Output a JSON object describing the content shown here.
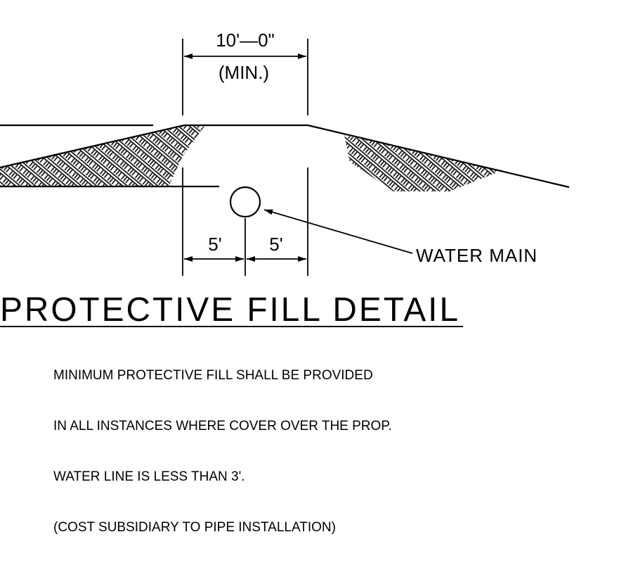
{
  "dimensions": {
    "width_label": "10'—0\"",
    "width_qualifier": "(MIN.)",
    "left_offset": "5'",
    "right_offset": "5'"
  },
  "callouts": {
    "water_main": "WATER MAIN"
  },
  "title": "PROTECTIVE FILL DETAIL",
  "notes": [
    "MINIMUM PROTECTIVE FILL SHALL BE PROVIDED",
    "IN ALL INSTANCES WHERE COVER OVER THE PROP.",
    "WATER LINE IS LESS THAN 3'.",
    "(COST SUBSIDIARY TO PIPE INSTALLATION)"
  ]
}
